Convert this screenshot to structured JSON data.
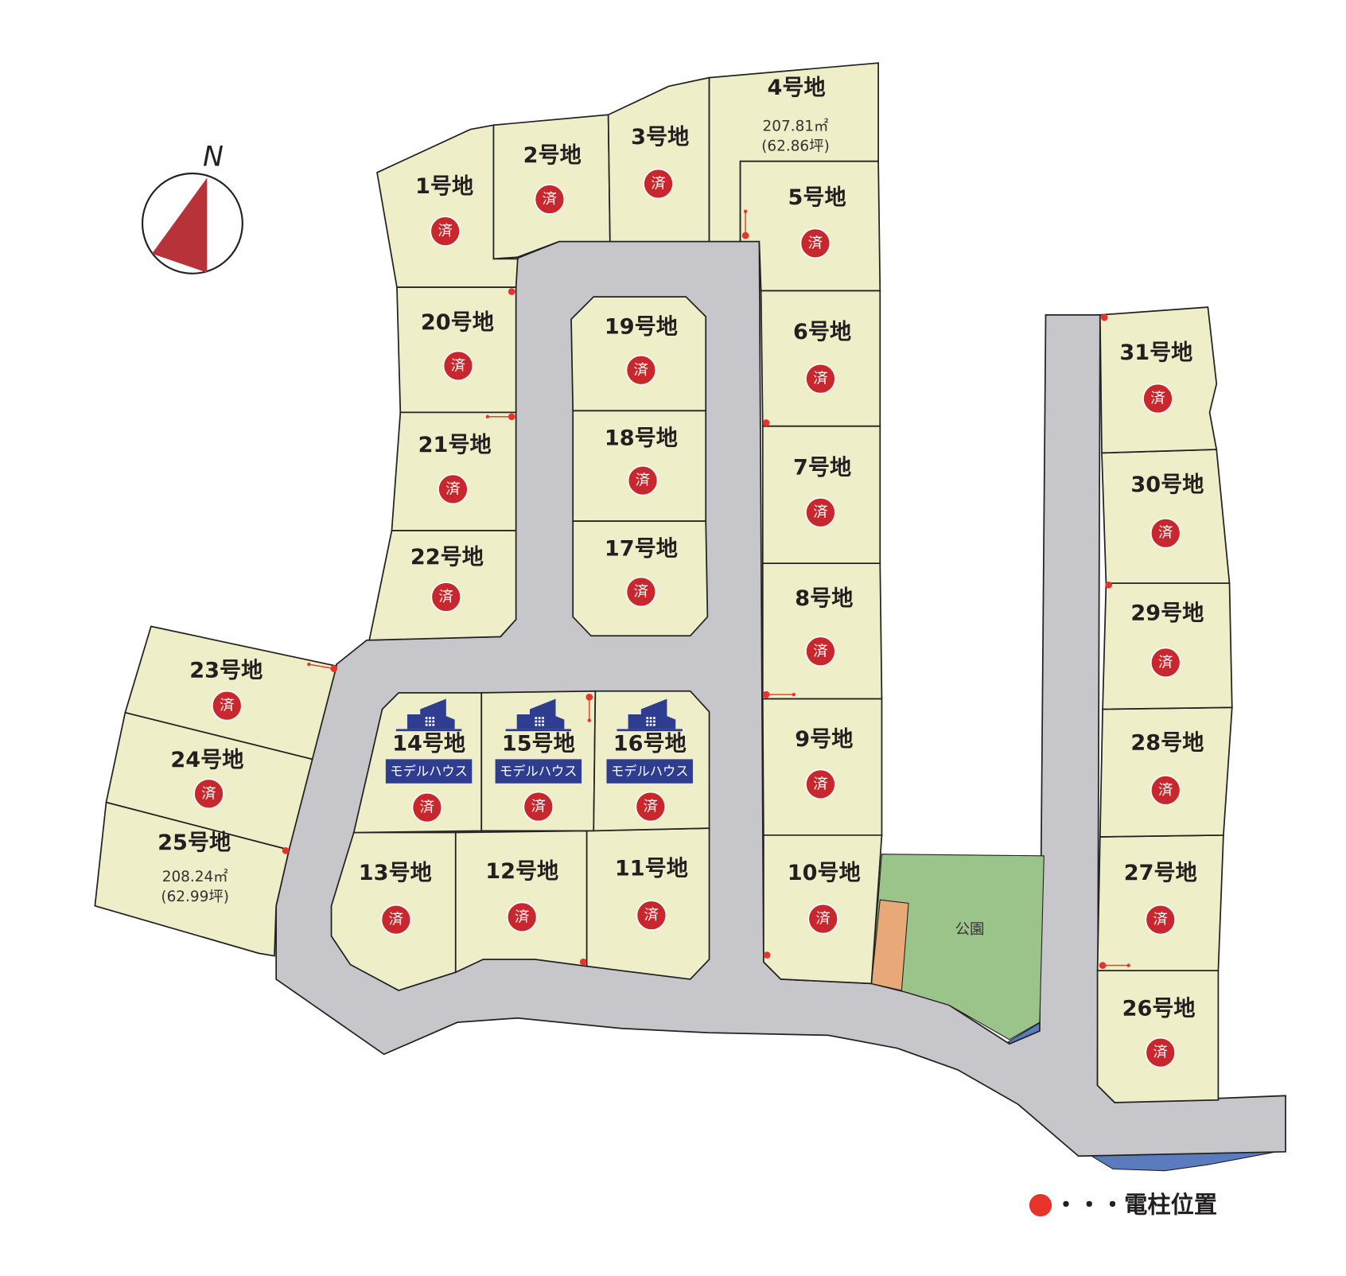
{
  "compass": {
    "label": "N"
  },
  "park": {
    "label": "公園"
  },
  "legend": {
    "pole_label": "・・・電柱位置"
  },
  "colors": {
    "lot": "#eeeec8",
    "road": "#c7c7cb",
    "park": "#9bc48a",
    "parking": "#e8a878",
    "water": "#5b7bbf",
    "sold": "#c8282d",
    "model": "#2e3d8f",
    "pole": "#e8332a"
  },
  "lots": [
    {
      "id": "1",
      "label": "1号地",
      "status": "済"
    },
    {
      "id": "2",
      "label": "2号地",
      "status": "済"
    },
    {
      "id": "3",
      "label": "3号地",
      "status": "済"
    },
    {
      "id": "4",
      "label": "4号地",
      "area": "207.81㎡",
      "tsubo": "(62.86坪)"
    },
    {
      "id": "5",
      "label": "5号地",
      "status": "済"
    },
    {
      "id": "6",
      "label": "6号地",
      "status": "済"
    },
    {
      "id": "7",
      "label": "7号地",
      "status": "済"
    },
    {
      "id": "8",
      "label": "8号地",
      "status": "済"
    },
    {
      "id": "9",
      "label": "9号地",
      "status": "済"
    },
    {
      "id": "10",
      "label": "10号地",
      "status": "済"
    },
    {
      "id": "11",
      "label": "11号地",
      "status": "済"
    },
    {
      "id": "12",
      "label": "12号地",
      "status": "済"
    },
    {
      "id": "13",
      "label": "13号地",
      "status": "済"
    },
    {
      "id": "14",
      "label": "14号地",
      "status": "済",
      "model": "モデルハウス"
    },
    {
      "id": "15",
      "label": "15号地",
      "status": "済",
      "model": "モデルハウス"
    },
    {
      "id": "16",
      "label": "16号地",
      "status": "済",
      "model": "モデルハウス"
    },
    {
      "id": "17",
      "label": "17号地",
      "status": "済"
    },
    {
      "id": "18",
      "label": "18号地",
      "status": "済"
    },
    {
      "id": "19",
      "label": "19号地",
      "status": "済"
    },
    {
      "id": "20",
      "label": "20号地",
      "status": "済"
    },
    {
      "id": "21",
      "label": "21号地",
      "status": "済"
    },
    {
      "id": "22",
      "label": "22号地",
      "status": "済"
    },
    {
      "id": "23",
      "label": "23号地",
      "status": "済"
    },
    {
      "id": "24",
      "label": "24号地",
      "status": "済"
    },
    {
      "id": "25",
      "label": "25号地",
      "area": "208.24㎡",
      "tsubo": "(62.99坪)"
    },
    {
      "id": "26",
      "label": "26号地",
      "status": "済"
    },
    {
      "id": "27",
      "label": "27号地",
      "status": "済"
    },
    {
      "id": "28",
      "label": "28号地",
      "status": "済"
    },
    {
      "id": "29",
      "label": "29号地",
      "status": "済"
    },
    {
      "id": "30",
      "label": "30号地",
      "status": "済"
    },
    {
      "id": "31",
      "label": "31号地",
      "status": "済"
    }
  ]
}
